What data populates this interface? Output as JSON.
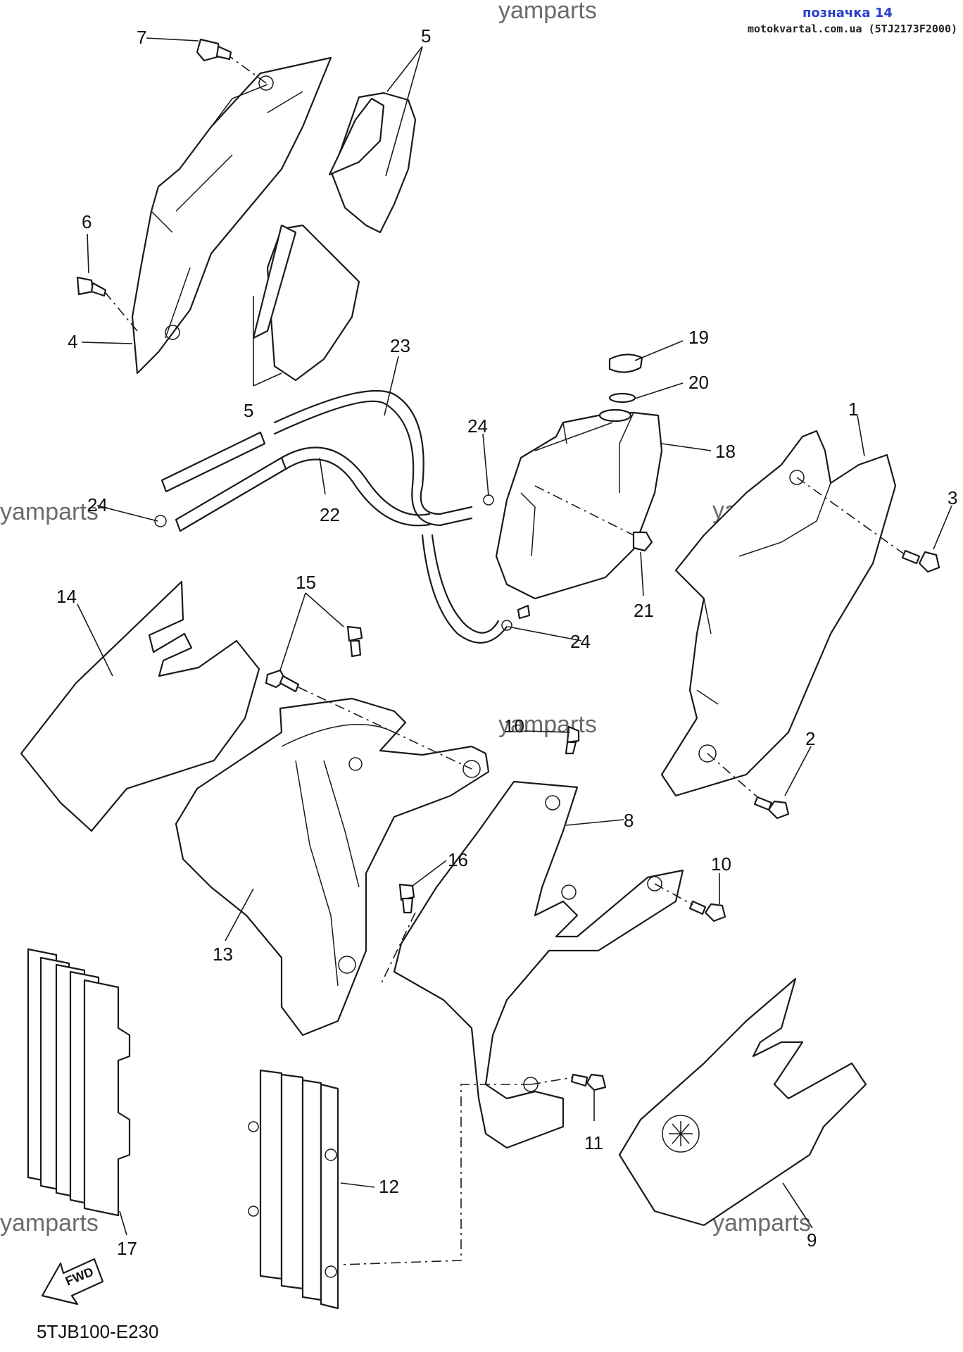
{
  "header": {
    "page_label": "позначка 14",
    "source_label": "motokvartal.com.ua (5TJ2173F2000)"
  },
  "watermark": "yamparts",
  "diagram_code": "5TJB100-E230",
  "fwd_label": "FWD",
  "callouts": [
    "1",
    "2",
    "3",
    "4",
    "5",
    "5",
    "6",
    "7",
    "8",
    "9",
    "10",
    "10",
    "11",
    "12",
    "13",
    "14",
    "15",
    "16",
    "17",
    "18",
    "19",
    "20",
    "21",
    "22",
    "23",
    "24",
    "24",
    "24"
  ],
  "colors": {
    "line": "#1a1a1a",
    "background": "#ffffff",
    "page_label": "#2a3fcf",
    "watermark": "#6b6b6b"
  }
}
